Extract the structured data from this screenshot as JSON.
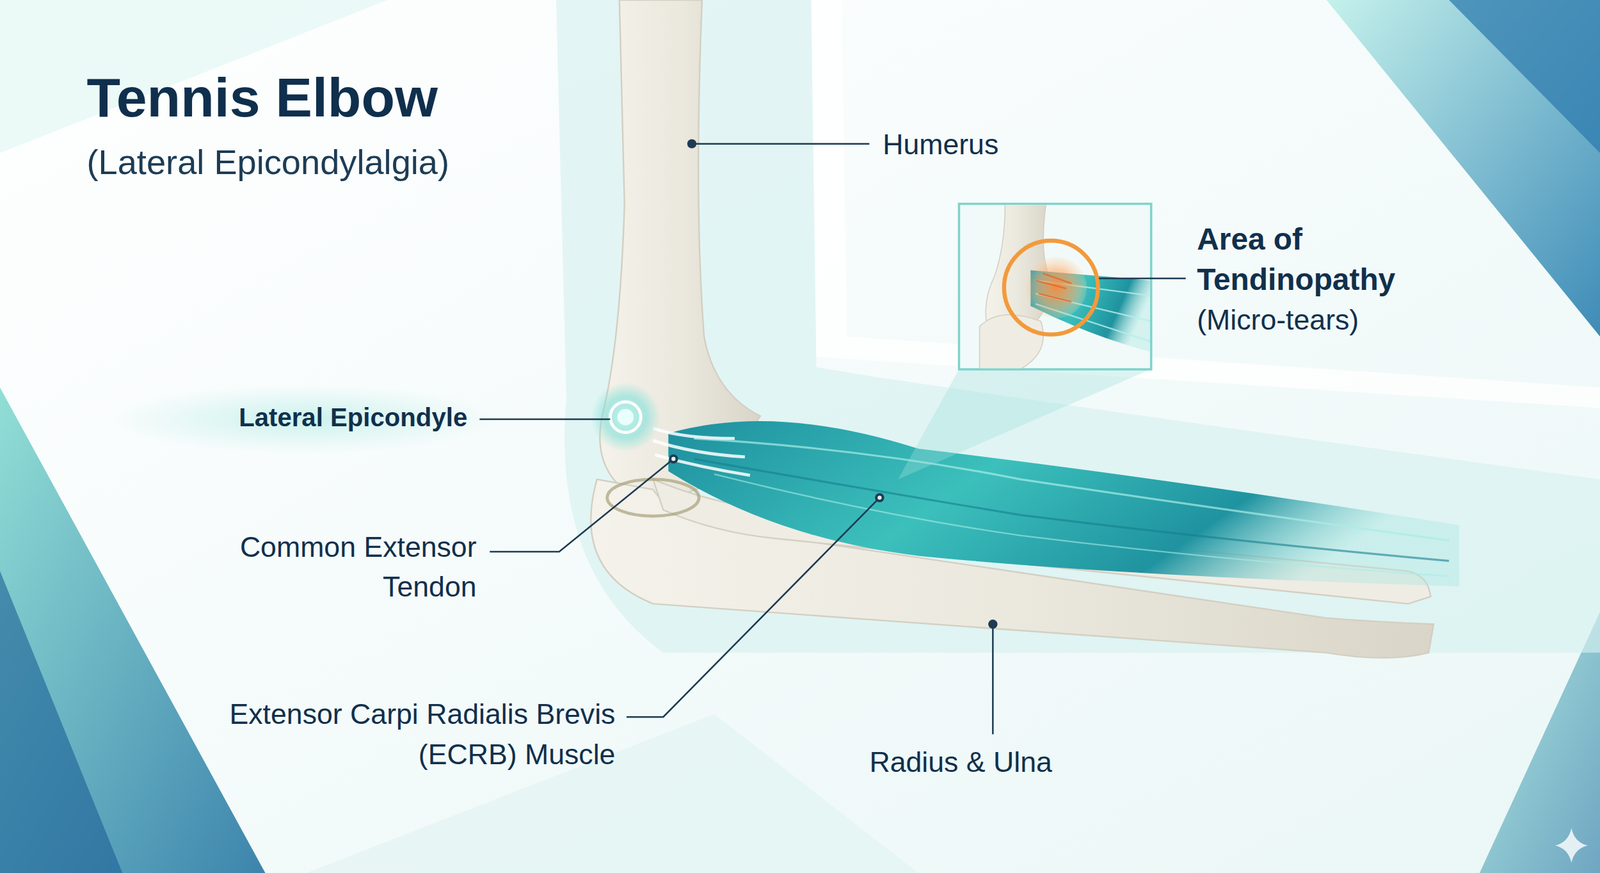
{
  "diagram": {
    "title": "Tennis Elbow",
    "labels": [
      "(Lateral Epicondylalgia)",
      "Humerus",
      "Area of Tendinopathy",
      "(Micro-tears)",
      "Lateral Epicondyle",
      "Common Extensor Tendon",
      "Extensor Carpi Radialis Brevis (ECRB) Muscle",
      "Radius & Ulna"
    ]
  }
}
